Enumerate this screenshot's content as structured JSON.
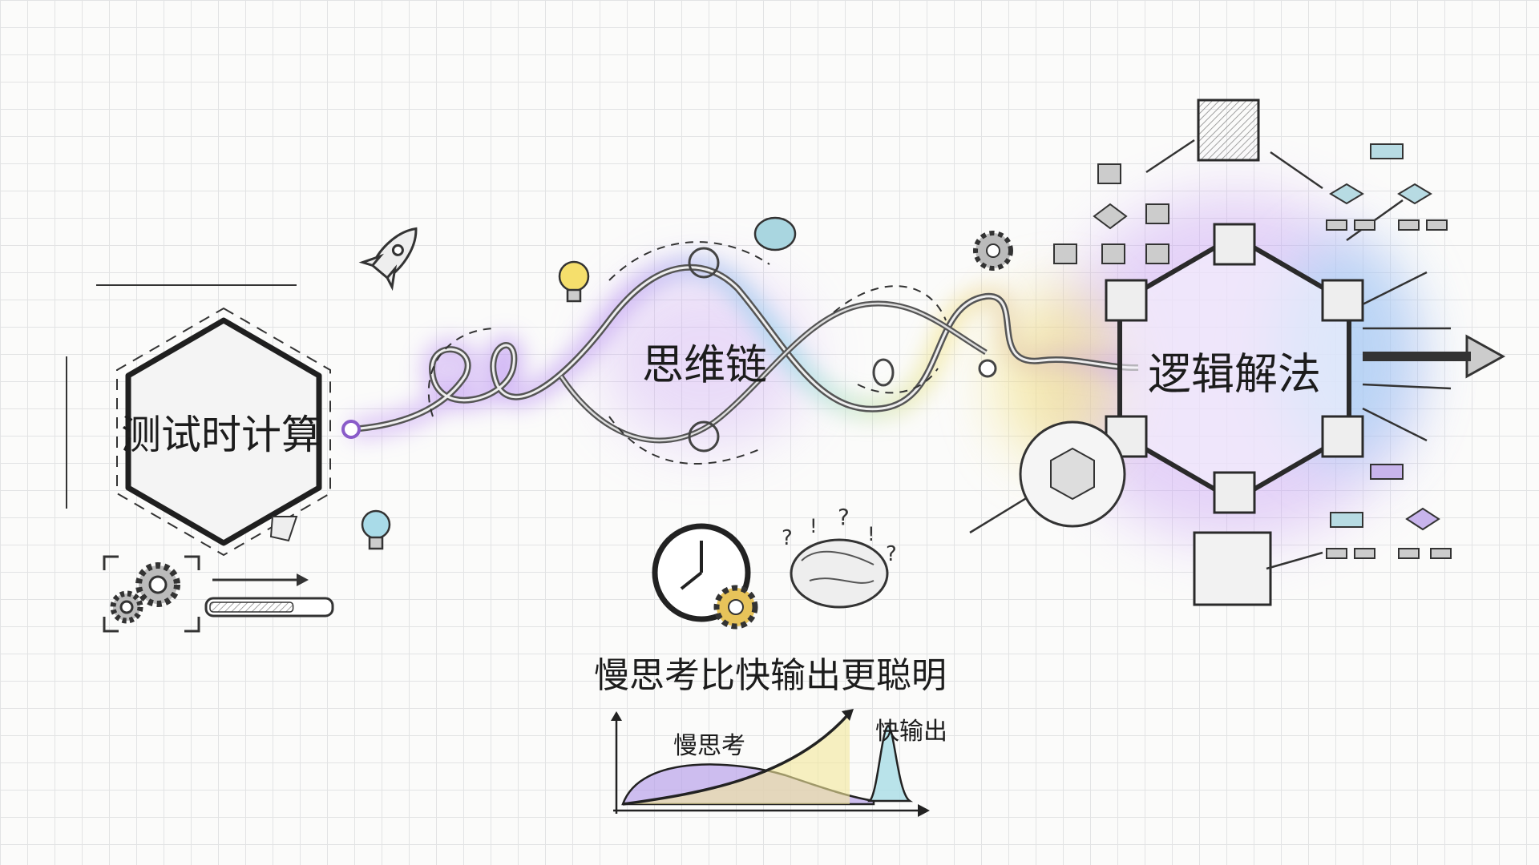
{
  "labels": {
    "left_node": "测试时计算",
    "middle_node": "思维链",
    "right_node": "逻辑解法",
    "caption": "慢思考比快输出更聪明"
  },
  "mini_chart": {
    "curve_slow": "慢思考",
    "curve_fast": "快输出"
  },
  "progress_bar": {
    "fill_fraction": 0.7
  },
  "colors": {
    "purple_glow": "#b48cf0",
    "cyan_glow": "#7fd8e8",
    "yellow_glow": "#f3e27a",
    "ink": "#2a2a2a",
    "slow_fill": "#b9a2ea",
    "fast_fill": "#a9dde6",
    "rise_fill": "#f4e79a"
  },
  "icons": [
    "rocket-icon",
    "lightbulb-icon",
    "brain-icon",
    "gear-icon",
    "clock-icon",
    "cube-icon",
    "flowchart-icon",
    "progress-bar"
  ]
}
